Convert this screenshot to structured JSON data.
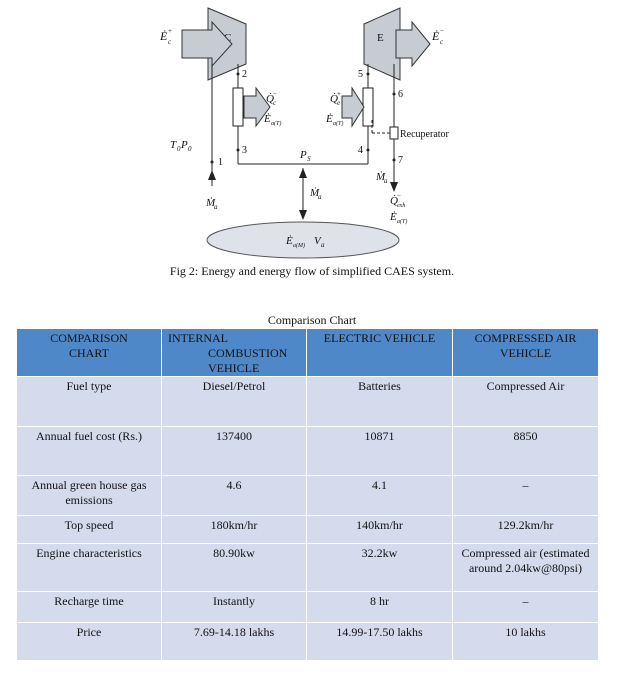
{
  "diagram": {
    "compressor_label": "C",
    "expander_label": "E",
    "energy_in": "Ė",
    "energy_in_sub": "c",
    "energy_in_sup": "+",
    "energy_out": "Ė",
    "energy_out_sub": "c",
    "energy_out_sup": "−",
    "heat_c": "Q̇",
    "heat_c_sub": "c",
    "heat_c_sup": "−",
    "energy_aT": "Ė",
    "energy_aT_sub": "a(T)",
    "heat_e": "Q̇",
    "heat_e_sub": "e",
    "heat_e_sup": "+",
    "energy_aT2": "Ė",
    "energy_aT2_sub": "a(T)",
    "recuperator": "Recuperator",
    "ambient": "T",
    "ambient_sub": "0",
    "ambient_p": "P",
    "ambient_p_sub": "0",
    "pressure": "P",
    "pressure_sub": "S",
    "mass_flow": "Ṁ",
    "mass_flow_sub": "a",
    "exhaust_heat": "Q̇",
    "exhaust_heat_sub": "exh",
    "exhaust_heat_sup": "−",
    "exhaust_energy": "Ė",
    "exhaust_energy_sub": "a(T)",
    "storage_energy": "Ė",
    "storage_energy_sub": "a(M)",
    "storage_volume": "V",
    "storage_volume_sub": "a",
    "node_1": "1",
    "node_2": "2",
    "node_3": "3",
    "node_4": "4",
    "node_5": "5",
    "node_6": "6",
    "node_7": "7"
  },
  "figure_caption": "Fig 2: Energy and energy flow of simplified CAES system.",
  "table_title": "Comparison Chart",
  "table": {
    "headers": [
      {
        "line1": "COMPARISON",
        "line2": "CHART"
      },
      {
        "line1": "INTERNAL",
        "line2": "COMBUSTION",
        "line3": "VEHICLE"
      },
      {
        "line1": "ELECTRIC VEHICLE"
      },
      {
        "line1": "COMPRESSED AIR",
        "line2": "VEHICLE"
      }
    ],
    "rows": [
      {
        "label": "Fuel type",
        "ice": "Diesel/Petrol",
        "ev": "Batteries",
        "cav": "Compressed Air"
      },
      {
        "label": "Annual fuel cost (Rs.)",
        "ice": "137400",
        "ev": "10871",
        "cav": "8850"
      },
      {
        "label": "Annual green house gas emissions",
        "ice": "4.6",
        "ev": "4.1",
        "cav": "–"
      },
      {
        "label": "Top speed",
        "ice": "180km/hr",
        "ev": "140km/hr",
        "cav": "129.2km/hr"
      },
      {
        "label": "Engine characteristics",
        "ice": "80.90kw",
        "ev": "32.2kw",
        "cav": "Compressed air (estimated around 2.04kw@80psi)"
      },
      {
        "label": "Recharge time",
        "ice": "Instantly",
        "ev": "8 hr",
        "cav": "–"
      },
      {
        "label": "Price",
        "ice": "7.69-14.18 lakhs",
        "ev": "14.99-17.50 lakhs",
        "cav": "10 lakhs"
      }
    ]
  }
}
